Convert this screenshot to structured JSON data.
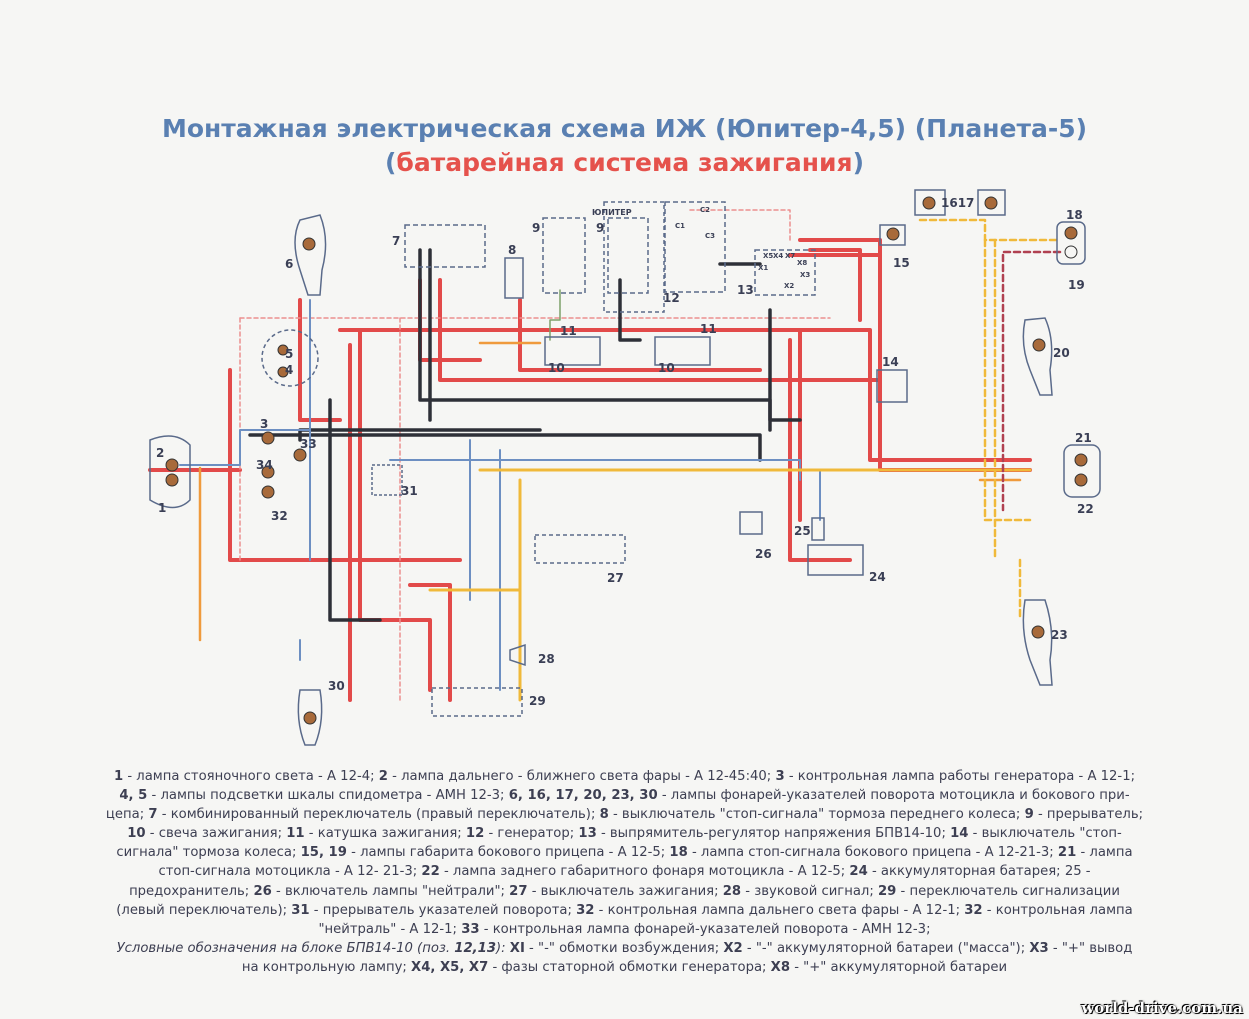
{
  "title": {
    "line1": "Монтажная электрическая схема ИЖ (Юпитер-4,5) (Планета-5)",
    "line2_open": "(",
    "line2_red": "батарейная система зажигания",
    "line2_close": ")"
  },
  "colors": {
    "title_blue": "#5a80b2",
    "title_red": "#e5524c",
    "wire_red": "#e24a4a",
    "wire_black": "#2e3038",
    "wire_blue": "#6d8fc2",
    "wire_yellow": "#f0b93a",
    "wire_orange": "#ef9a3c",
    "wire_pink": "#ec8f8f"
  },
  "diagram": {
    "jupiter_label": "ЮПИТЕР",
    "components": [
      "1",
      "2",
      "3",
      "4",
      "5",
      "6",
      "7",
      "8",
      "9",
      "9",
      "10",
      "10",
      "11",
      "11",
      "12",
      "13",
      "14",
      "15",
      "1617",
      "18",
      "19",
      "20",
      "21",
      "22",
      "23",
      "24",
      "25",
      "26",
      "27",
      "28",
      "29",
      "30",
      "31",
      "32",
      "33",
      "34"
    ],
    "terminals": [
      "C1",
      "C2",
      "C3",
      "X1",
      "X2",
      "X3",
      "X4",
      "X5",
      "X7",
      "X8"
    ]
  },
  "legend": [
    [
      {
        "n": "1",
        "t": " - лампа стояночного света - А 12-4; "
      },
      {
        "n": "2",
        "t": " - лампа дальнего - ближнего света фары - А 12-45:40; "
      },
      {
        "n": "3",
        "t": " - контрольная лампа работы генератора - А 12-1;"
      }
    ],
    [
      {
        "n": "4, 5",
        "t": " - лампы подсветки шкалы спидометра - АМН 12-3; "
      },
      {
        "n": "6, 16, 17, 20, 23, 30",
        "t": " - лампы фонарей-указателей поворота мотоцикла и бокового при-"
      }
    ],
    [
      {
        "n": "",
        "t": "цепа; "
      },
      {
        "n": "7",
        "t": " - комбинированный переключатель (правый переключатель); "
      },
      {
        "n": "8",
        "t": " - выключатель \"стоп-сигнала\" тормоза переднего колеса; "
      },
      {
        "n": "9",
        "t": " - прерыватель;"
      }
    ],
    [
      {
        "n": "10",
        "t": " - свеча зажигания; "
      },
      {
        "n": "11",
        "t": " - катушка зажигания; "
      },
      {
        "n": "12",
        "t": " - генератор; "
      },
      {
        "n": "13",
        "t": " - выпрямитель-регулятор напряжения БПВ14-10; "
      },
      {
        "n": "14",
        "t": " - выключатель \"стоп-"
      }
    ],
    [
      {
        "n": "",
        "t": "сигнала\" тормоза колеса; "
      },
      {
        "n": "15, 19",
        "t": " - лампы габарита бокового прицепа - А 12-5; "
      },
      {
        "n": "18",
        "t": " - лампа стоп-сигнала бокового прицепа - А 12-21-3; "
      },
      {
        "n": "21",
        "t": " - лампа"
      }
    ],
    [
      {
        "n": "",
        "t": "стоп-сигнала мотоцикла - А 12- 21-3; "
      },
      {
        "n": "22",
        "t": " - лампа заднего габаритного фонаря мотоцикла - А 12-5; "
      },
      {
        "n": "24",
        "t": " - аккумуляторная батарея; 25 -"
      }
    ],
    [
      {
        "n": "",
        "t": "предохранитель; "
      },
      {
        "n": "26",
        "t": " - включатель лампы \"нейтрали\"; "
      },
      {
        "n": "27",
        "t": " - выключатель зажигания; "
      },
      {
        "n": "28",
        "t": " - звуковой сигнал; "
      },
      {
        "n": "29",
        "t": " - переключатель сигнализации"
      }
    ],
    [
      {
        "n": "",
        "t": "(левый переключатель); "
      },
      {
        "n": "31",
        "t": " - прерыватель указателей поворота; "
      },
      {
        "n": "32",
        "t": " - контрольная лампа дальнего света фары - А 12-1; "
      },
      {
        "n": "32",
        "t": " - контрольная лампа"
      }
    ],
    [
      {
        "n": "",
        "t": "\"нейтраль\" - А 12-1; "
      },
      {
        "n": "33",
        "t": " - контрольная лампа фонарей-указателей поворота - АМН 12-3;"
      }
    ],
    [
      {
        "n": "",
        "t": "Условные обозначения на блоке БПВ14-10 (поз. ",
        "i": true
      },
      {
        "n": "12,13",
        "t": "): ",
        "i": true
      },
      {
        "n": "XI",
        "t": " - \"-\" обмотки возбуждения; "
      },
      {
        "n": "X2",
        "t": " - \"-\" аккумуляторной батареи (\"масса\"); "
      },
      {
        "n": "X3",
        "t": " - \"+\" вывод"
      }
    ],
    [
      {
        "n": "",
        "t": "на контрольную лампу; "
      },
      {
        "n": "X4, X5, X7",
        "t": " - фазы статорной обмотки генератора; "
      },
      {
        "n": "X8",
        "t": " - \"+\" аккумуляторной батареи"
      }
    ]
  ],
  "watermark": "world-drive.com.ua"
}
